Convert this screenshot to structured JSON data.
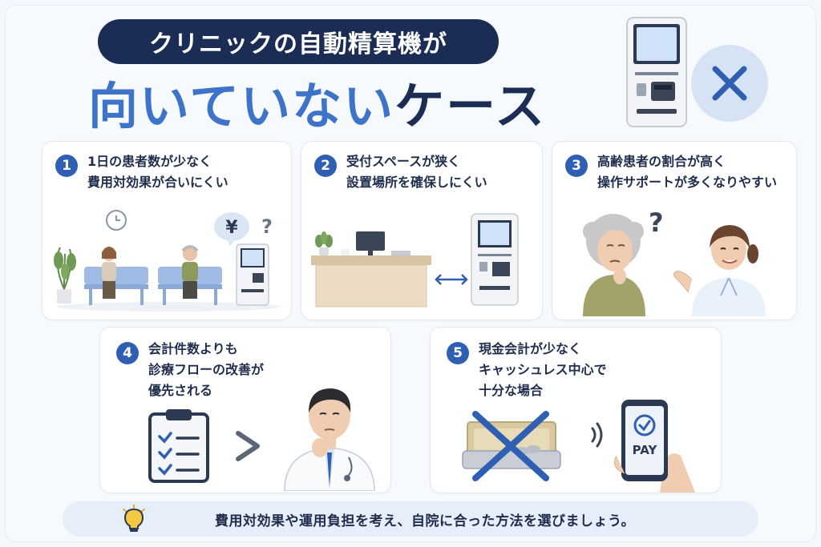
{
  "header": {
    "pill": "クリニックの自動精算機が",
    "headline_blue": "向いていない",
    "headline_dark": "ケース"
  },
  "cards": [
    {
      "number": "1",
      "line1": "1日の患者数が少なく",
      "line2": "費用対効果が合いにくい",
      "line3": ""
    },
    {
      "number": "2",
      "line1": "受付スペースが狭く",
      "line2": "設置場所を確保しにくい",
      "line3": ""
    },
    {
      "number": "3",
      "line1": "高齢患者の割合が高く",
      "line2": "操作サポートが多くなりやすい",
      "line3": ""
    },
    {
      "number": "4",
      "line1": "会計件数よりも",
      "line2": "診療フローの改善が",
      "line3": "優先される"
    },
    {
      "number": "5",
      "line1": "現金会計が少なく",
      "line2": "キャッシュレス中心で",
      "line3": "十分な場合"
    }
  ],
  "illustrations": {
    "yen_bubble": "¥",
    "question_mark": "?",
    "pay_label": "PAY",
    "greater_than": ">"
  },
  "footer": {
    "text": "費用対効果や運用負担を考え、自院に合った方法を選びましょう。"
  },
  "colors": {
    "navy": "#1c2d55",
    "accent_blue": "#3d73c8",
    "badge_blue": "#2f5fb3",
    "footer_bg": "#e6eef9"
  },
  "icons": [
    "kiosk-icon",
    "x-mark-icon",
    "clock-icon",
    "plant-icon",
    "lightbulb-icon",
    "clipboard-icon",
    "doctor-icon",
    "nurse-icon",
    "phone-pay-icon",
    "nfc-icon"
  ]
}
